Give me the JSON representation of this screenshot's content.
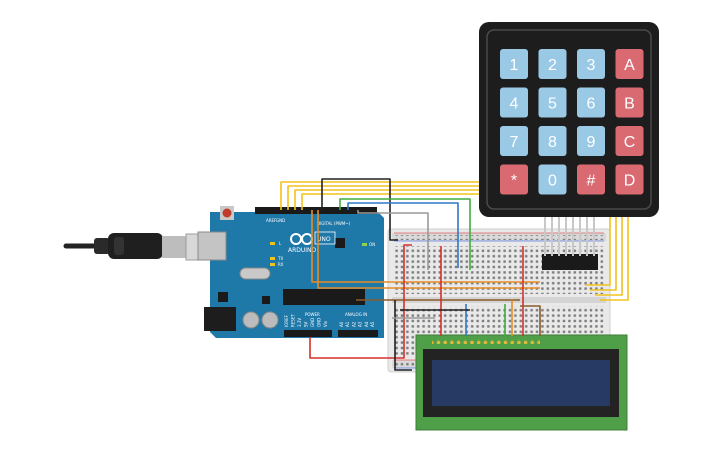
{
  "colors": {
    "background": "#ffffff",
    "arduino_board": "#1e78a8",
    "keypad_frame": "#1d1d1d",
    "key_blue": "#9ac9e6",
    "key_red": "#d96a72",
    "breadboard": "#e8e8e8",
    "lcd_pcb": "#4f9f48",
    "lcd_screen": "#263a63",
    "wire_yellow": "#f2c21b",
    "wire_green": "#3fae3f",
    "wire_blue": "#2f78c9",
    "wire_red": "#d6302b",
    "wire_black": "#222222",
    "wire_gray": "#9a9a9a",
    "wire_orange": "#e98c25",
    "wire_brown": "#8a5a2b"
  },
  "keypad": {
    "keys": [
      {
        "label": "1",
        "kind": "blue"
      },
      {
        "label": "2",
        "kind": "blue"
      },
      {
        "label": "3",
        "kind": "blue"
      },
      {
        "label": "A",
        "kind": "red"
      },
      {
        "label": "4",
        "kind": "blue"
      },
      {
        "label": "5",
        "kind": "blue"
      },
      {
        "label": "6",
        "kind": "blue"
      },
      {
        "label": "B",
        "kind": "red"
      },
      {
        "label": "7",
        "kind": "blue"
      },
      {
        "label": "8",
        "kind": "blue"
      },
      {
        "label": "9",
        "kind": "blue"
      },
      {
        "label": "C",
        "kind": "red"
      },
      {
        "label": "*",
        "kind": "red"
      },
      {
        "label": "0",
        "kind": "blue"
      },
      {
        "label": "#",
        "kind": "red"
      },
      {
        "label": "D",
        "kind": "red"
      }
    ]
  },
  "arduino": {
    "brand": "ARDUINO",
    "model": "UNO",
    "digital_label": "DIGITAL (PWM~)",
    "power_label": "POWER",
    "analog_label": "ANALOG IN",
    "aref": "AREF",
    "gnd": "GND",
    "led_l": "L",
    "led_tx": "TX",
    "led_rx": "RX",
    "on_label": "ON",
    "power_pins": [
      "IOREF",
      "RESET",
      "3.3V",
      "5V",
      "GND",
      "GND",
      "Vin"
    ],
    "analog_pins": [
      "A0",
      "A1",
      "A2",
      "A3",
      "A4",
      "A5"
    ]
  },
  "icons": {
    "usb_cable": "usb-cable-icon",
    "arduino_logo": "infinity-logo-icon"
  }
}
